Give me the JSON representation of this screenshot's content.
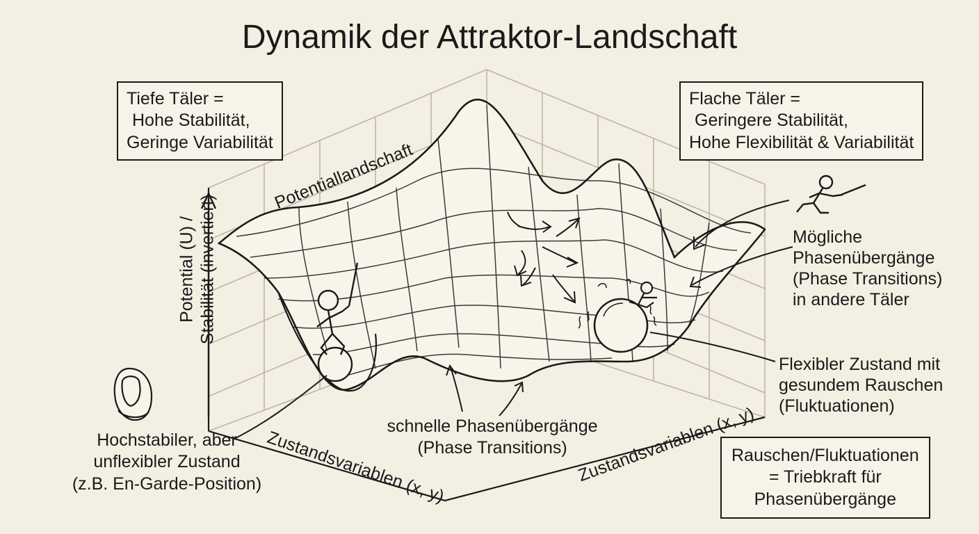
{
  "title": "Dynamik der Attraktor-Landschaft",
  "box_deep": {
    "lines": [
      "Tiefe Täler =",
      "Hohe Stabilität,",
      "Geringe Variabilität"
    ]
  },
  "box_flat": {
    "lines": [
      "Flache Täler =",
      "Geringere Stabilität,",
      "Hohe Flexibilität & Variabilität"
    ]
  },
  "box_noise": {
    "lines": [
      "Rauschen/Fluktuationen",
      "= Triebkraft für",
      "Phasenübergänge"
    ]
  },
  "surface_label": "Potentiallandschaft",
  "y_axis_label": [
    "Potential (U) /",
    "Stabilität (invertiert)"
  ],
  "x_axis_label_left": "Zustandsvariablen (x, y)",
  "x_axis_label_right": "Zustandsvariablen (x, y)",
  "label_transitions": [
    "Mögliche",
    "Phasenübergänge",
    "(Phase Transitions)",
    "in andere Täler"
  ],
  "label_flexible": [
    "Flexibler Zustand mit",
    "gesundem Rauschen",
    "(Fluktuationen)"
  ],
  "label_fast": [
    "schnelle Phasenübergänge",
    "(Phase Transitions)"
  ],
  "label_stable": [
    "Hochstabiler, aber",
    "unflexibler Zustand",
    "(z.B. En-Garde-Position)"
  ],
  "icons": [
    "fencer-on-ball-icon",
    "running-fencer-icon",
    "crouching-fencer-icon",
    "fencing-mask-icon",
    "ball-icon"
  ]
}
